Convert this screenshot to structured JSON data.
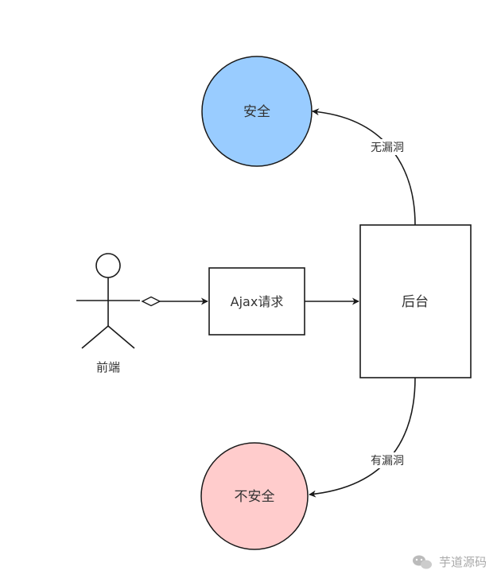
{
  "nodes": {
    "safe": {
      "label": "安全",
      "fill": "#99ccff"
    },
    "unsafe": {
      "label": "不安全",
      "fill": "#ffcccc"
    },
    "request": {
      "label": "Ajax请求"
    },
    "backend": {
      "label": "后台"
    },
    "actor": {
      "label": "前端"
    }
  },
  "edges": {
    "no_vuln": {
      "label": "无漏洞"
    },
    "has_vuln": {
      "label": "有漏洞"
    }
  },
  "watermark": {
    "text": "芋道源码",
    "icon": "wechat-icon"
  },
  "colors": {
    "stroke": "#1a1a1a",
    "text": "#333333"
  }
}
